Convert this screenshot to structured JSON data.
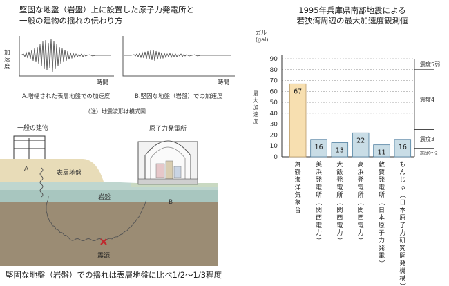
{
  "left": {
    "title_line1": "堅固な地盤（岩盤）上に設置した原子力発電所と",
    "title_line2": "一般の建物の揺れの伝わり方",
    "wave_a": {
      "ylabel": "加速度",
      "xlabel": "時間",
      "caption": "A.増幅された表層地盤での加速度"
    },
    "wave_b": {
      "xlabel": "時間",
      "caption": "B.堅固な地盤（岩盤）での加速度"
    },
    "note": "（注）地震波形は模式図"
  },
  "diagram": {
    "building_label": "一般の建物",
    "plant_label": "原子力発電所",
    "surface_label": "表層地盤",
    "bedrock_label": "岩盤",
    "point_a": "A",
    "point_b": "B",
    "epicenter_label": "震源"
  },
  "bottom_text": "堅固な地盤（岩盤）での揺れは表層地盤に比べ1/2～1/3程度",
  "chart_data": {
    "type": "bar",
    "title_line1": "1995年兵庫県南部地震による",
    "title_line2": "若狭湾周辺の最大加速度観測値",
    "unit_line1": "ガル",
    "unit_line2": "(gal)",
    "ylabel": "最大加速度",
    "ylim": [
      0,
      90
    ],
    "yticks": [
      0,
      10,
      20,
      30,
      40,
      50,
      60,
      70,
      80,
      90
    ],
    "grid": true,
    "categories": [
      "舞鶴海洋気象台",
      "美浜発電所（関西電力）",
      "大飯発電所（関西電力）",
      "高浜発電所（関西電力）",
      "敦賀発電所（日本原子力発電）",
      "もんじゅ（日本原子力研究開発機構）"
    ],
    "values": [
      67,
      16,
      13,
      22,
      11,
      16
    ],
    "value_labels": [
      "67",
      "16",
      "13",
      "22",
      "11",
      "16"
    ],
    "intensity_bands": [
      {
        "label": "震度0～2",
        "range": [
          0,
          8
        ]
      },
      {
        "label": "震度3",
        "range": [
          8,
          25
        ]
      },
      {
        "label": "震度4",
        "range": [
          25,
          80
        ]
      },
      {
        "label": "震度5弱",
        "range": [
          80,
          90
        ]
      }
    ],
    "colors": {
      "highlight": "#f7dfb0",
      "highlight_stroke": "#b89a6a",
      "bar": "#c9dde6",
      "bar_stroke": "#4f7fa0"
    }
  }
}
